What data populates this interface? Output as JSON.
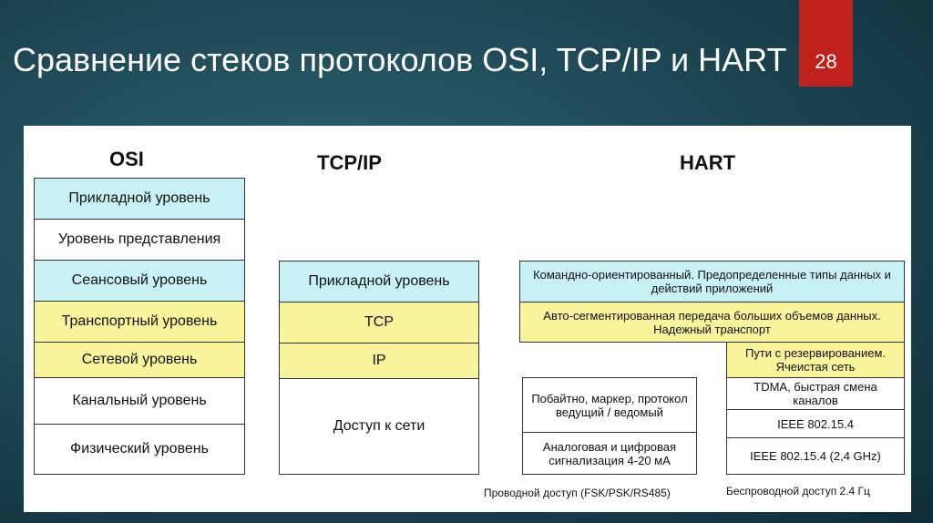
{
  "title": "Сравнение стеков протоколов OSI, TCP/IP и HART",
  "page_number": "28",
  "osi": {
    "heading": "OSI",
    "layers": [
      "Прикладной уровень",
      "Уровень представления",
      "Сеансовый уровень",
      "Транспортный уровень",
      "Сетевой уровень",
      "Канальный уровень",
      "Физический уровень"
    ]
  },
  "tcpip": {
    "heading": "TCP/IP",
    "layers": [
      "Прикладной уровень",
      "TCP",
      "IP",
      "Доступ к сети"
    ]
  },
  "hart": {
    "heading": "HART",
    "application": "Командно-ориентированный. Предопределенные типы данных и действий приложений",
    "transport": "Авто-сегментированная передача больших объемов данных. Надежный транспорт",
    "wireless_network": "Пути с резервированием. Ячеистая сеть",
    "wireless_link": "TDMA, быстрая смена каналов",
    "wireless_mac": "IEEE 802.15.4",
    "wireless_phy": "IEEE 802.15.4 (2,4 GHz)",
    "wired_link": "Побайтно, маркер, протокол ведущий / ведомый",
    "wired_phy": "Аналоговая и цифровая сигнализация 4-20 мА",
    "wired_caption": "Проводной доступ (FSK/PSK/RS485)",
    "wireless_caption": "Беспроводной доступ 2.4 Гц"
  },
  "colors": {
    "cyan": "#c8f1f6",
    "yellow": "#f8f49c",
    "badge": "#c0211d"
  }
}
